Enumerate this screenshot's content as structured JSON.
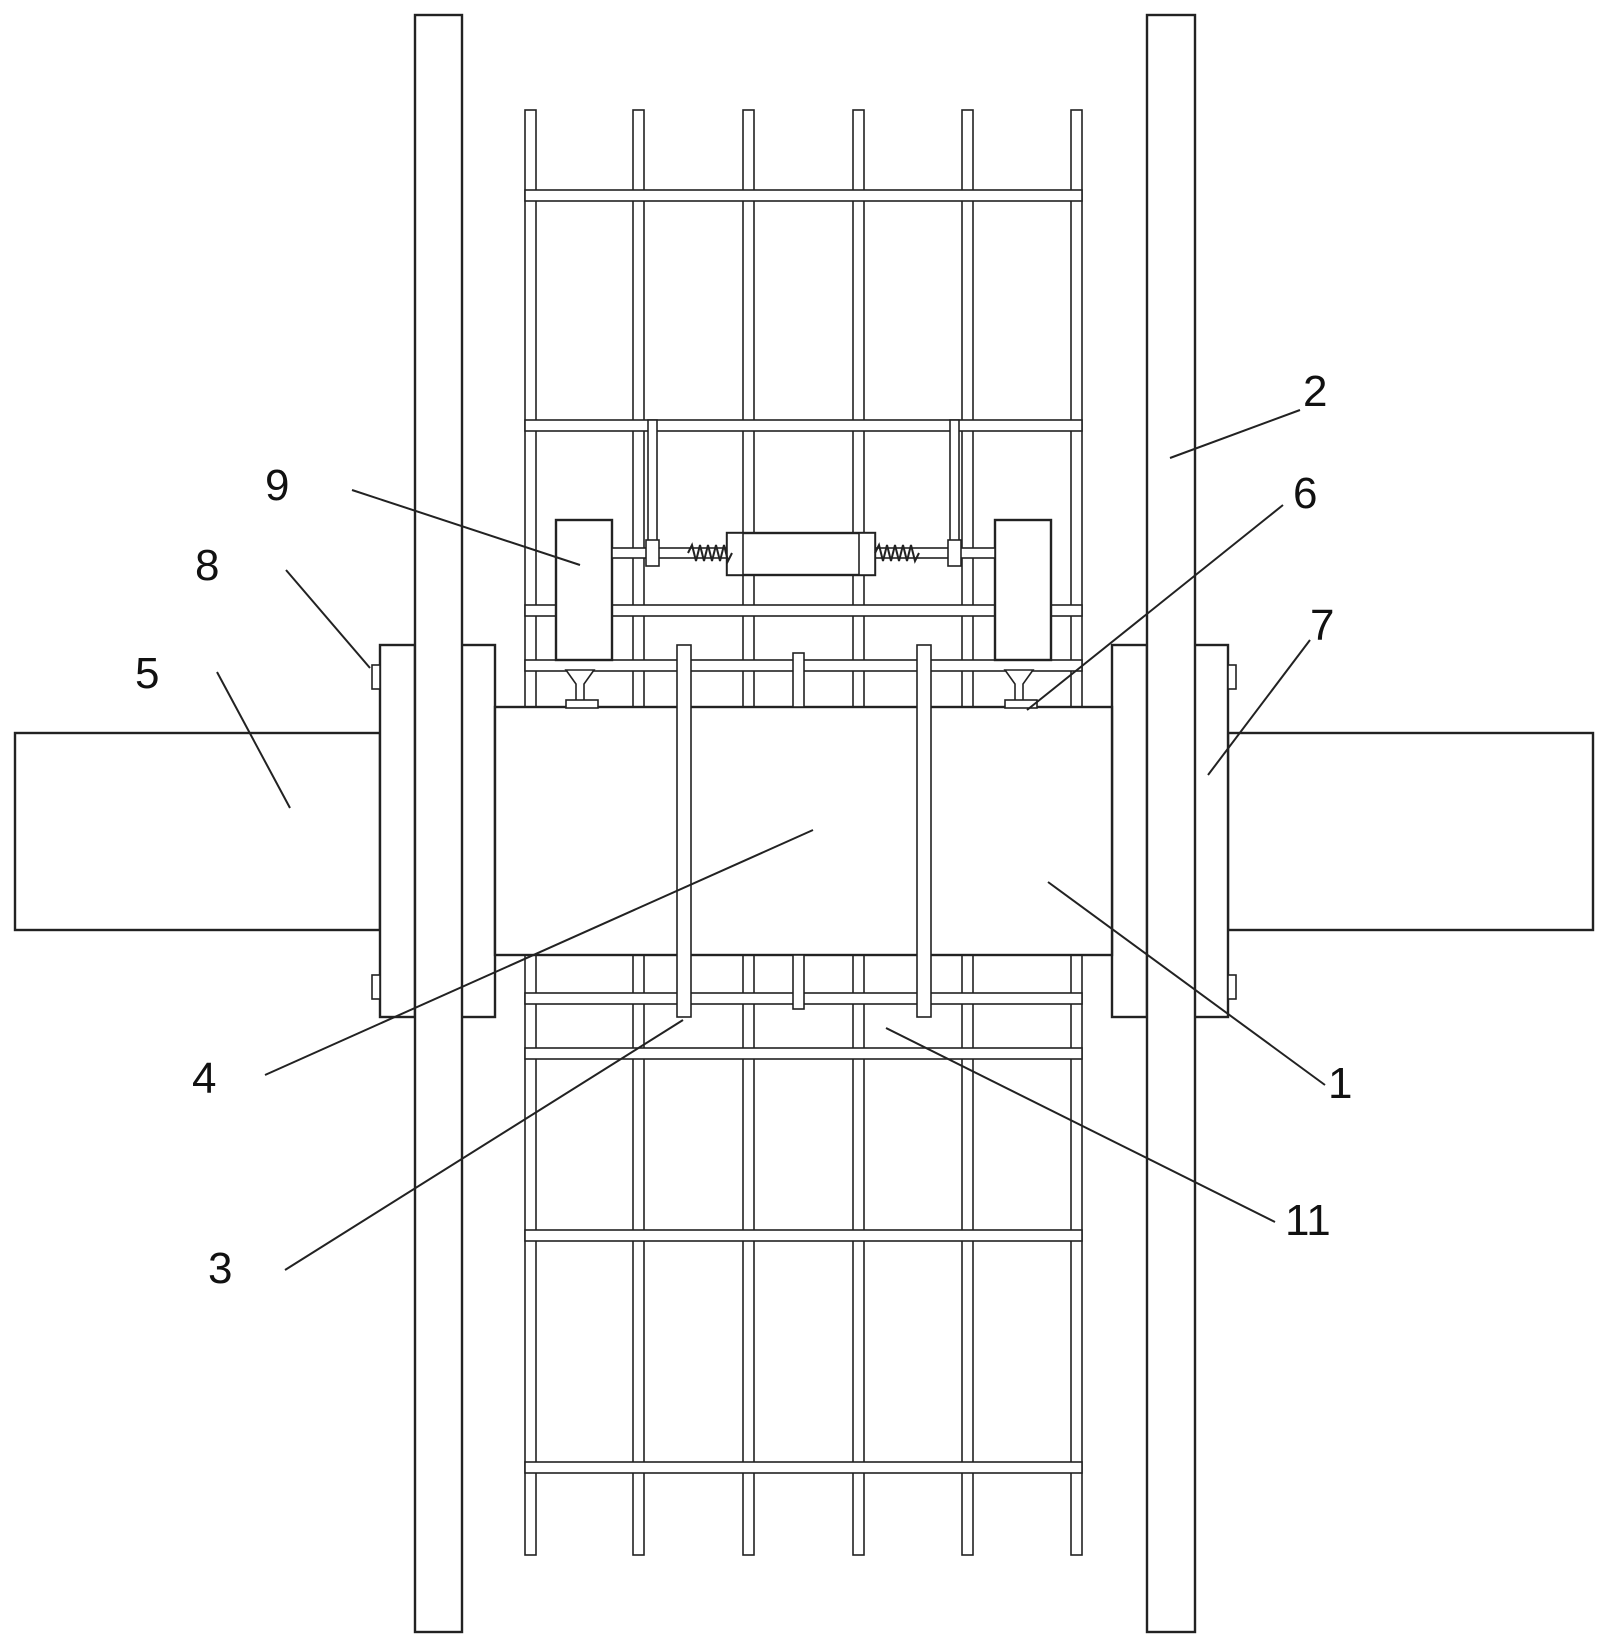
{
  "figure": {
    "labels": [
      {
        "id": "1",
        "text": "1"
      },
      {
        "id": "2",
        "text": "2"
      },
      {
        "id": "3",
        "text": "3"
      },
      {
        "id": "4",
        "text": "4"
      },
      {
        "id": "5",
        "text": "5"
      },
      {
        "id": "6",
        "text": "6"
      },
      {
        "id": "7",
        "text": "7"
      },
      {
        "id": "8",
        "text": "8"
      },
      {
        "id": "9",
        "text": "9"
      },
      {
        "id": "11",
        "text": "11"
      }
    ]
  }
}
